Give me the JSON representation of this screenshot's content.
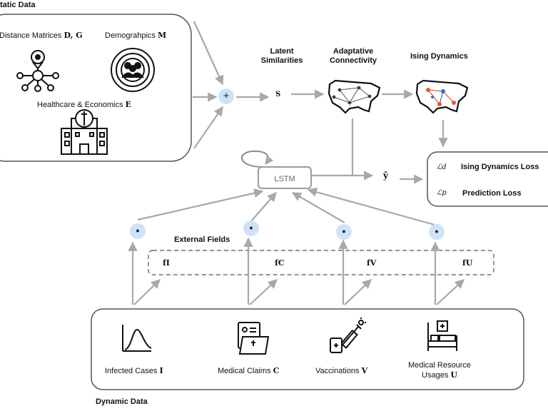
{
  "static": {
    "title": "tatic Data",
    "distance": "Distance Matrices",
    "distance_sym": "D, G",
    "demographics": "Demograhpics",
    "demographics_sym": "M",
    "healthcare": "Healthcare & Economics",
    "healthcare_sym": "E"
  },
  "top": {
    "plus": "+",
    "s_sym": "S",
    "latent": "Latent\nSimilarities",
    "adaptive": "Adaptative\nConnectivity",
    "ising": "Ising Dynamics"
  },
  "loss": {
    "ld_sym": "ℒd",
    "ld": "Ising Dynamics Loss",
    "lp_sym": "ℒp",
    "lp": "Prediction Loss"
  },
  "lstm": "LSTM",
  "yhat": "ŷ",
  "external_fields": {
    "title": "External Fields",
    "dot": "•",
    "fields": [
      "fI",
      "fC",
      "fV",
      "fU"
    ]
  },
  "dynamic": {
    "title": "Dynamic Data",
    "infected": "Infected Cases",
    "infected_sym": "I",
    "claims": "Medical Claims",
    "claims_sym": "C",
    "vacc": "Vaccinations",
    "vacc_sym": "V",
    "resource_line1": "Medical Resource",
    "resource_line2": "Usages",
    "resource_sym": "U"
  },
  "colors": {
    "arrow": "#a8a8a8",
    "dot_fill": "#cfe3f7",
    "map_red": "#e05a2b",
    "map_blue": "#2f6fd0"
  }
}
